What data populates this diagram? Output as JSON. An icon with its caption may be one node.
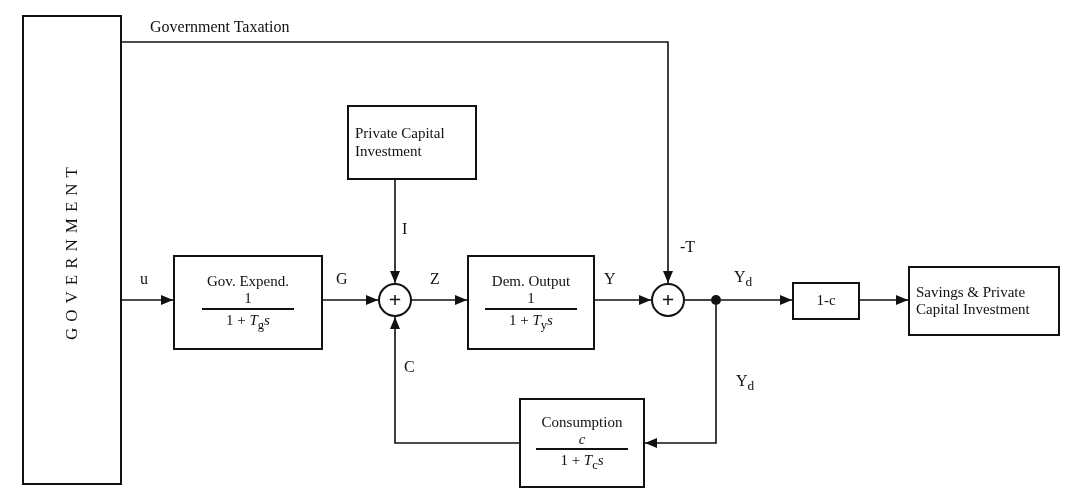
{
  "diagram": {
    "nodes": [
      {
        "text": [
          "GOVERNMENT"
        ]
      },
      {
        "text": [
          "Private Capital Investment"
        ]
      },
      {
        "text": [
          "Gov. Expend.",
          "1",
          "1 + *T*$_{g}$*s*"
        ]
      },
      {
        "text": [
          "+"
        ]
      },
      {
        "text": [
          "Dem. Output",
          "1",
          "1 + *T*$_{y}$*s*"
        ]
      },
      {
        "text": [
          "+"
        ]
      },
      {
        "text": [],
        "shape": "circle"
      },
      {
        "text": [
          "1-c"
        ]
      },
      {
        "text": [
          "Savings & Private Capital Investment"
        ]
      },
      {
        "text": [
          "Consumption",
          "*c*",
          "1 + *T*$_{c}$*s*"
        ]
      }
    ],
    "edges": [
      {
        "from": 0,
        "to": 2,
        "arrow": "to",
        "label": "u"
      },
      {
        "from": 2,
        "to": 3,
        "arrow": "to",
        "label": "G"
      },
      {
        "from": 1,
        "to": 3,
        "arrow": "to",
        "label": "I"
      },
      {
        "from": 3,
        "to": 4,
        "arrow": "to",
        "label": "Z"
      },
      {
        "from": 4,
        "to": 5,
        "arrow": "to",
        "label": "Y"
      },
      {
        "from": 0,
        "to": 5,
        "arrow": "to",
        "label": "-T"
      },
      {
        "from": 5,
        "to": 6,
        "arrow": "none"
      },
      {
        "from": 6,
        "to": 7,
        "arrow": "to",
        "label": "Y$_{d}$"
      },
      {
        "from": 7,
        "to": 8,
        "arrow": "to"
      },
      {
        "from": 6,
        "to": 9,
        "arrow": "to",
        "label": "Y$_{d}$"
      },
      {
        "from": 9,
        "to": 3,
        "arrow": "to",
        "label": "C"
      }
    ],
    "labels": [
      "Government Taxation"
    ]
  }
}
